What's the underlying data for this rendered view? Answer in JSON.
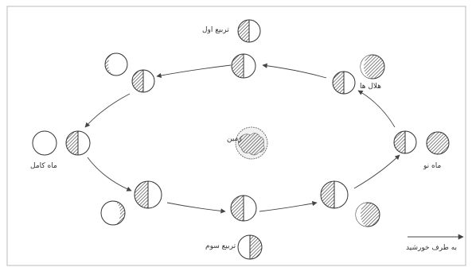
{
  "labels": {
    "first_quarter": "تربیع اول",
    "third_quarter": "تربیع سوم",
    "full_moon": "ماه کامل",
    "new_moon": "ماه نو",
    "crescent": "هلال ها",
    "earth": "زمین",
    "sunlight": "به طرف خورشید"
  },
  "colors": {
    "line": "#444444",
    "shade": "#555555",
    "dark_fill": "#6a6a6a",
    "frame": "#bbbbbb"
  }
}
